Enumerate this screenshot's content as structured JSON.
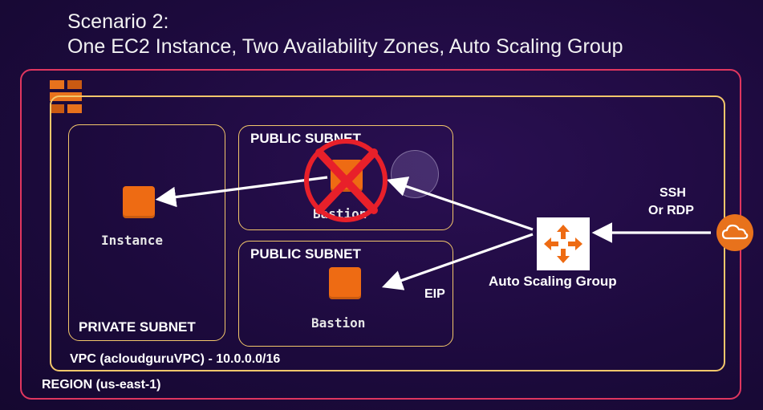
{
  "title": {
    "line1": "Scenario 2:",
    "line2": "One EC2 Instance, Two Availability Zones, Auto Scaling Group"
  },
  "region": {
    "label": "REGION (us-east-1)",
    "border_color": "#e0365f"
  },
  "vpc": {
    "label": "VPC (acloudguruVPC) - 10.0.0.0/16",
    "border_color": "#f3c76b"
  },
  "private_subnet": {
    "label": "PRIVATE SUBNET",
    "instance_label": "Instance"
  },
  "public_subnet_1": {
    "label": "PUBLIC SUBNET",
    "instance_label": "Bastion",
    "status": "failed"
  },
  "public_subnet_2": {
    "label": "PUBLIC SUBNET",
    "instance_label": "Bastion"
  },
  "eip_label": "EIP",
  "auto_scaling": {
    "label": "Auto Scaling Group",
    "icon": "auto-scaling-icon"
  },
  "access": {
    "line1": "SSH",
    "line2": "Or RDP",
    "icon": "cloud-icon"
  },
  "colors": {
    "ec2": "#ee6b13",
    "failure_x": "#e8202a",
    "background": "#1c0a3c"
  }
}
